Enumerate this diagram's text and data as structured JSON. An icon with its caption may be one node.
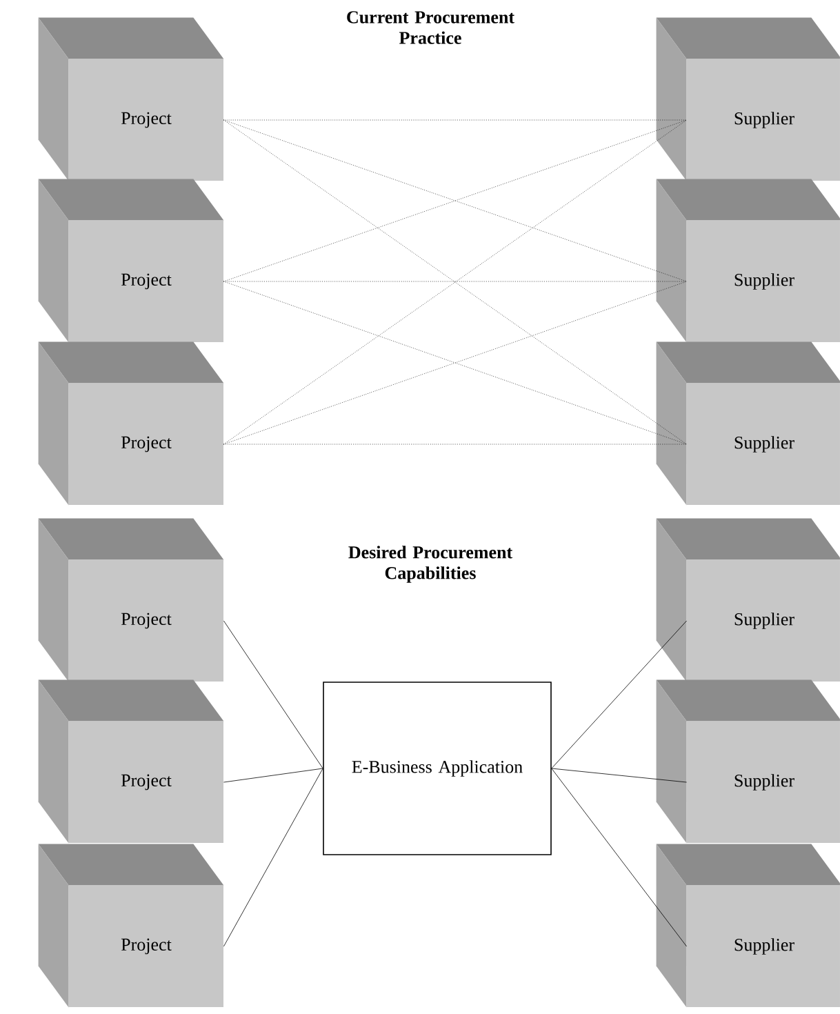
{
  "diagram": {
    "nodes": [
      {
        "text": [
          "Project"
        ]
      },
      {
        "text": [
          "Project"
        ]
      },
      {
        "text": [
          "Project"
        ]
      },
      {
        "text": [
          "Supplier"
        ]
      },
      {
        "text": [
          "Supplier"
        ]
      },
      {
        "text": [
          "Supplier"
        ]
      },
      {
        "text": [
          "Project"
        ]
      },
      {
        "text": [
          "Project"
        ]
      },
      {
        "text": [
          "Project"
        ]
      },
      {
        "text": [
          "E-Business Application"
        ]
      },
      {
        "text": [
          "Supplier"
        ]
      },
      {
        "text": [
          "Supplier"
        ]
      },
      {
        "text": [
          "Supplier"
        ]
      }
    ],
    "edges": [
      {
        "from": 0,
        "to": 3,
        "arrow": "none",
        "style": "dashed"
      },
      {
        "from": 0,
        "to": 4,
        "arrow": "none",
        "style": "dashed"
      },
      {
        "from": 0,
        "to": 5,
        "arrow": "none",
        "style": "dashed"
      },
      {
        "from": 1,
        "to": 3,
        "arrow": "none",
        "style": "dashed"
      },
      {
        "from": 1,
        "to": 4,
        "arrow": "none",
        "style": "dashed"
      },
      {
        "from": 1,
        "to": 5,
        "arrow": "none",
        "style": "dashed"
      },
      {
        "from": 2,
        "to": 3,
        "arrow": "none",
        "style": "dashed"
      },
      {
        "from": 2,
        "to": 4,
        "arrow": "none",
        "style": "dashed"
      },
      {
        "from": 2,
        "to": 5,
        "arrow": "none",
        "style": "dashed"
      },
      {
        "from": 6,
        "to": 9,
        "arrow": "none"
      },
      {
        "from": 7,
        "to": 9,
        "arrow": "none"
      },
      {
        "from": 8,
        "to": 9,
        "arrow": "none"
      },
      {
        "from": 9,
        "to": 10,
        "arrow": "none"
      },
      {
        "from": 9,
        "to": 11,
        "arrow": "none"
      },
      {
        "from": 9,
        "to": 12,
        "arrow": "none"
      }
    ],
    "labels": [
      "Current Procurement Practice",
      "Desired Procurement Capabilities"
    ]
  }
}
